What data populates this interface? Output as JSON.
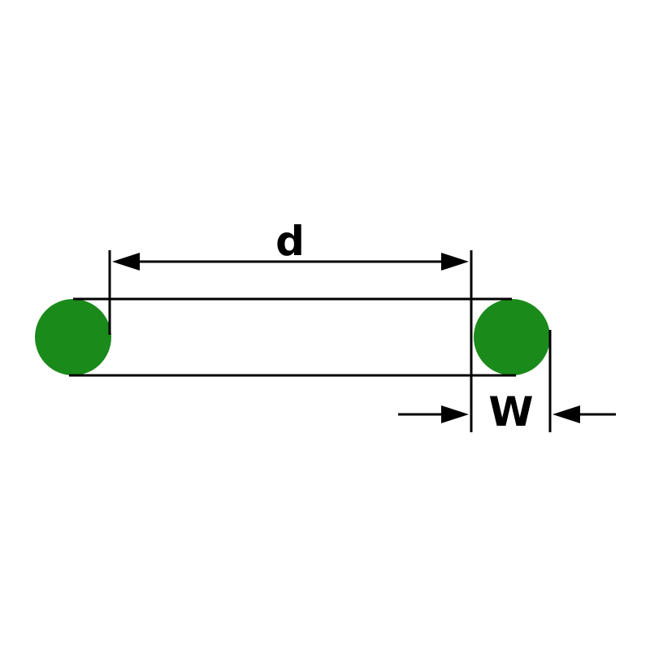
{
  "labels": {
    "d": "d",
    "w": "W"
  },
  "colors": {
    "ring_green": "#1a8a1a",
    "line_black": "#000000",
    "background": "#ffffff"
  },
  "icons": {
    "arrowhead": "filled-triangle-arrowhead"
  }
}
